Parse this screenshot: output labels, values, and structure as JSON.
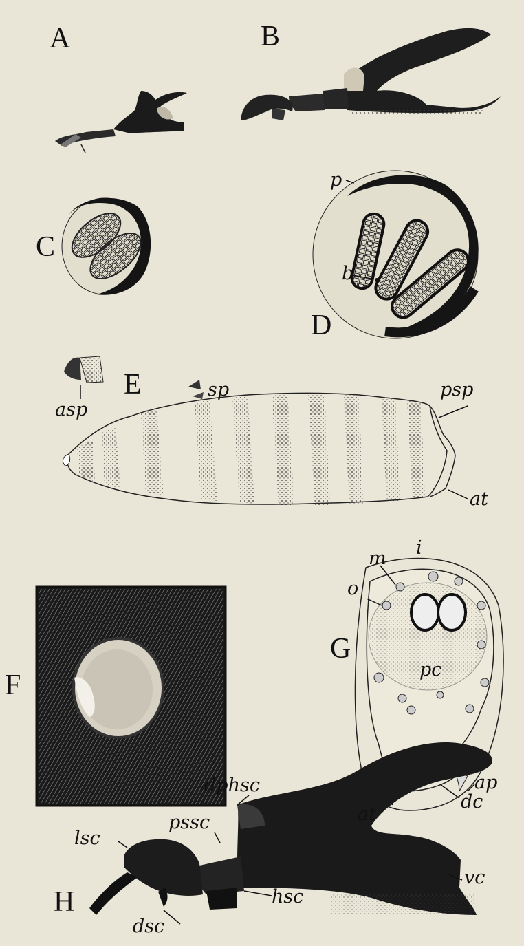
{
  "figure_letters": {
    "A": "A",
    "B": "B",
    "C": "C",
    "D": "D",
    "E": "E",
    "F": "F",
    "G": "G",
    "H": "H"
  },
  "labels_D": {
    "p": "p",
    "b": "b"
  },
  "labels_E": {
    "sp": "sp",
    "psp": "psp",
    "asp": "asp",
    "at": "at"
  },
  "labels_G": {
    "i": "i",
    "m": "m",
    "o": "o",
    "pc": "pc",
    "at": "at",
    "ap": "ap"
  },
  "labels_H": {
    "dphsc": "dphsc",
    "dc": "dc",
    "pssc": "pssc",
    "lsc": "lsc",
    "vc": "vc",
    "hsc": "hsc",
    "dsc": "dsc"
  }
}
